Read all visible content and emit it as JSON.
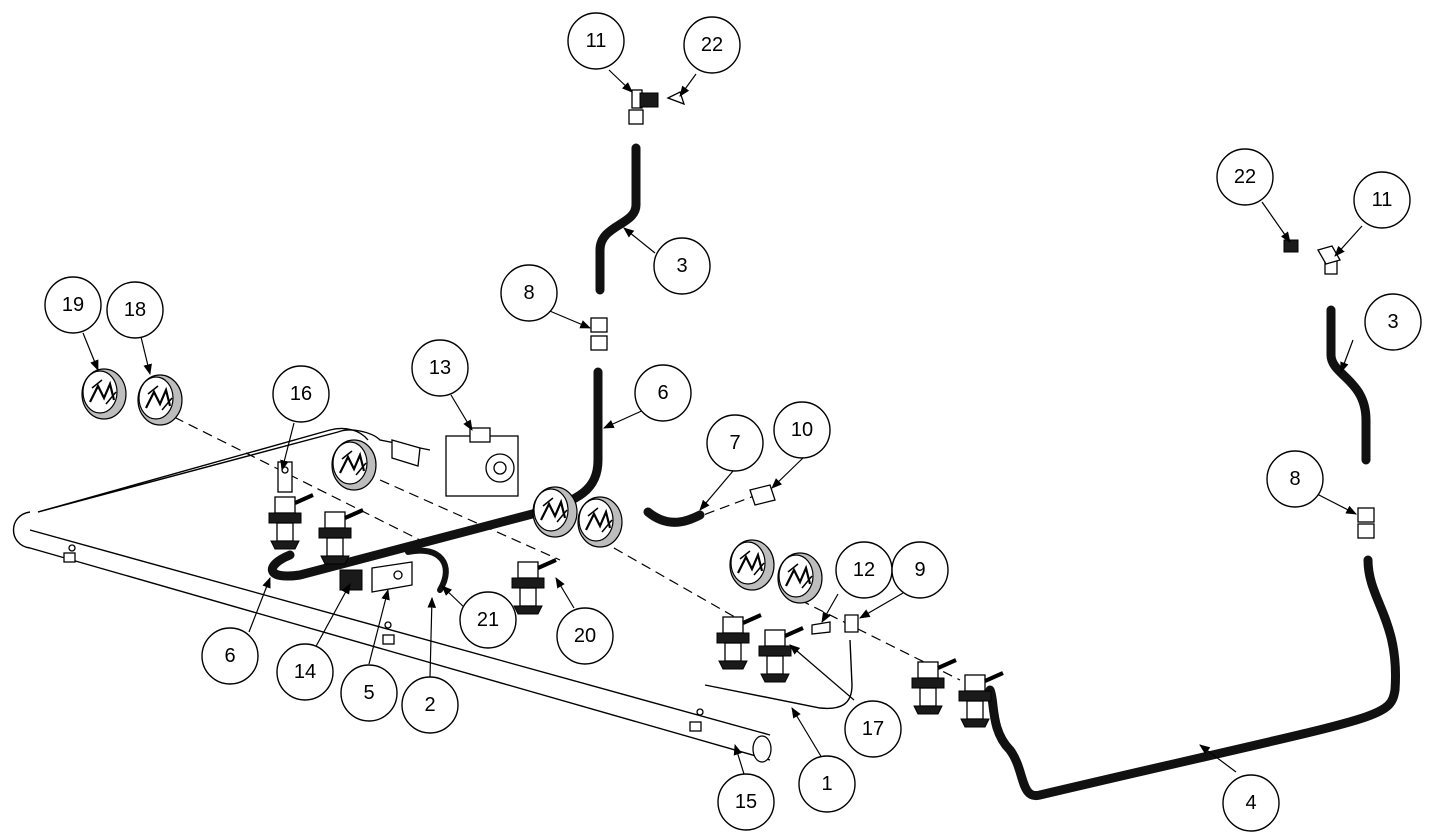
{
  "callouts": [
    "11",
    "22",
    "22",
    "11",
    "3",
    "3",
    "8",
    "8",
    "6",
    "6",
    "19",
    "18",
    "13",
    "16",
    "7",
    "10",
    "12",
    "9",
    "21",
    "20",
    "14",
    "5",
    "2",
    "17",
    "1",
    "15",
    "4"
  ]
}
